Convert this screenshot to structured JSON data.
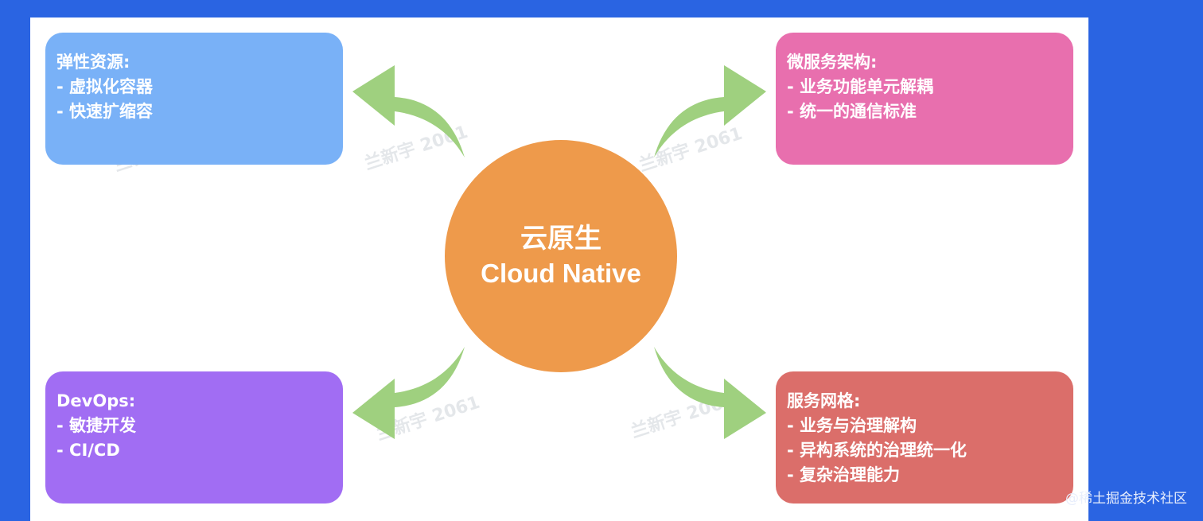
{
  "center": {
    "title_cn": "云原生",
    "title_en": "Cloud Native"
  },
  "cards": {
    "top_left": {
      "lines": [
        "弹性资源:",
        "- 虚拟化容器",
        "- 快速扩缩容"
      ],
      "color": "#79b1f7"
    },
    "top_right": {
      "lines": [
        "微服务架构:",
        "- 业务功能单元解耦",
        "- 统一的通信标准"
      ],
      "color": "#e86fae"
    },
    "bottom_left": {
      "lines": [
        "DevOps:",
        "- 敏捷开发",
        "- CI/CD"
      ],
      "color": "#a16df3"
    },
    "bottom_right": {
      "lines": [
        "服务网格:",
        "- 业务与治理解构",
        "- 异构系统的治理统一化",
        "- 复杂治理能力"
      ],
      "color": "#db6e6a"
    }
  },
  "watermark_text": "兰新宇 2061",
  "footer": {
    "text": "@稀土掘金技术社区"
  },
  "colors": {
    "background": "#2a64e2",
    "center": "#ee9a4b",
    "arrow": "#9fd07f"
  }
}
